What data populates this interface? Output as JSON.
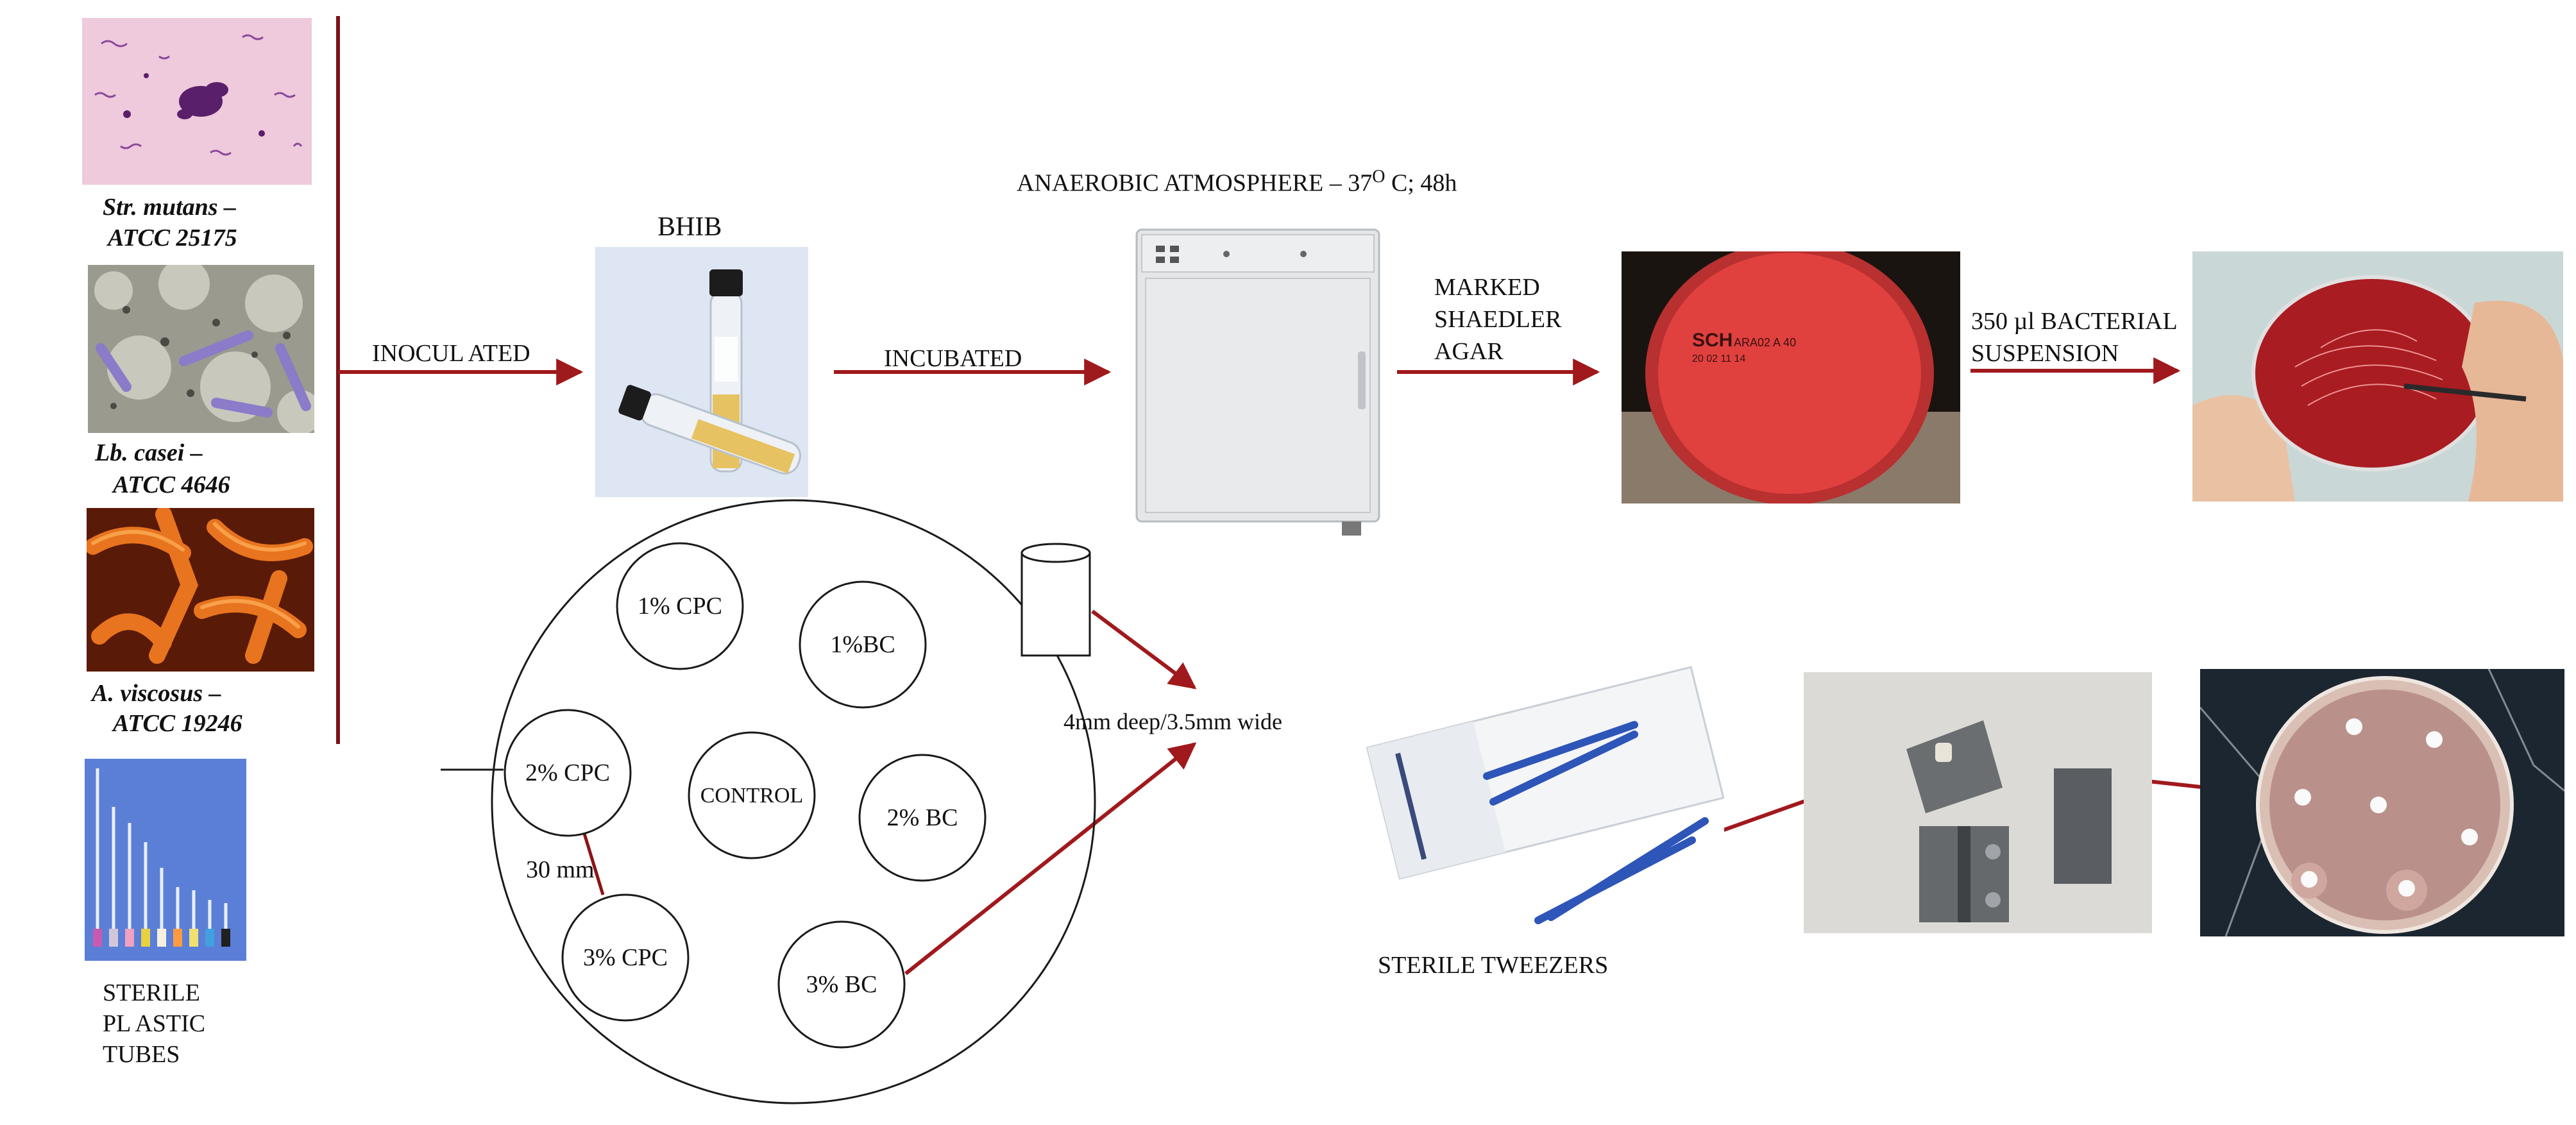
{
  "organisms": [
    {
      "name": "Str. mutans –",
      "strain": "ATCC 25175"
    },
    {
      "name": "Lb. casei –",
      "strain": "ATCC 4646"
    },
    {
      "name": "A.   viscosus –",
      "strain": "ATCC 19246"
    }
  ],
  "tubes_label": [
    "STERILE",
    "PL ASTIC",
    "TUBES"
  ],
  "steps": {
    "inoculated": "INOCUL ATED",
    "bhib": "BHIB",
    "incubated": "INCUBATED",
    "atmosphere": "ANAEROBIC ATMOSPHERE – 37",
    "atmosphere_deg": "O",
    "atmosphere_tail": "C; 48h",
    "agar": [
      "MARKED",
      "SHAEDLER",
      "AGAR"
    ],
    "suspension": [
      "350 µl BACTERIAL",
      "SUSPENSION"
    ]
  },
  "plate_wells": [
    "1% CPC",
    "1%BC",
    "2% CPC",
    "CONTROL",
    "2% BC",
    "3% CPC",
    "3% BC"
  ],
  "plate_distance": "30 mm",
  "well_size": "4mm  deep/3.5mm wide",
  "tweezers_label": "STERILE TWEEZERS",
  "plate_print": [
    "SCH",
    "ARA02 A 40",
    "20 02 11 14"
  ],
  "colors": {
    "arrow": "#a0191c",
    "line": "#1a1a1a",
    "agar": "#e0413e"
  }
}
